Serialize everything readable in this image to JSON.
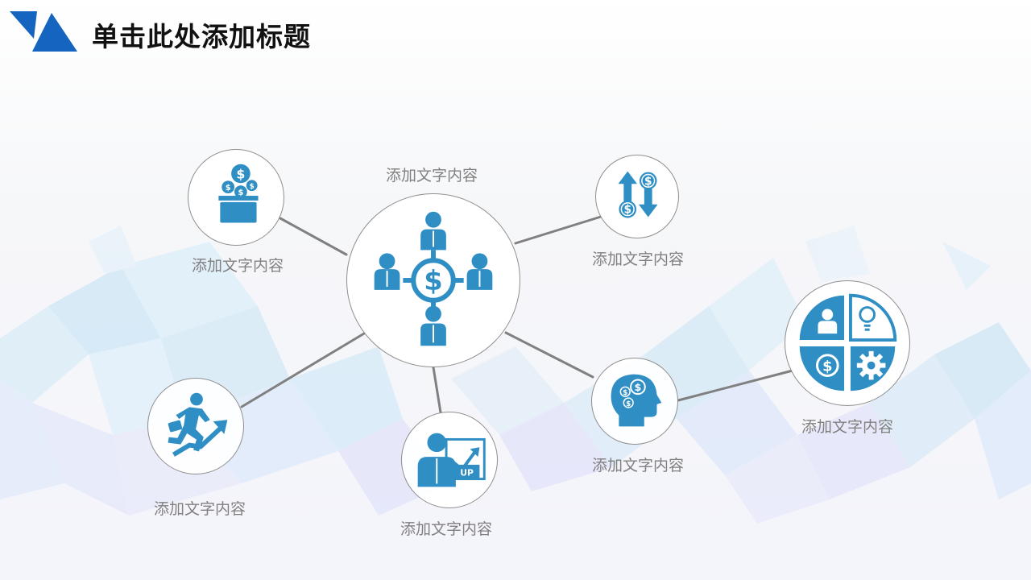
{
  "title": "单击此处添加标题",
  "colors": {
    "accent": "#2f8fc4",
    "logo": "#1565c0",
    "node_border": "#8e8e8e",
    "connector": "#808080",
    "label": "#808080"
  },
  "center": {
    "label": "添加文字内容",
    "icon": "people-network-dollar-icon"
  },
  "nodes": [
    {
      "id": "savings",
      "label": "添加文字内容",
      "icon": "money-box-icon"
    },
    {
      "id": "exchange",
      "label": "添加文字内容",
      "icon": "money-exchange-icon"
    },
    {
      "id": "running",
      "label": "添加文字内容",
      "icon": "running-businessman-icon"
    },
    {
      "id": "growth",
      "label": "添加文字内容",
      "icon": "business-growth-up-icon"
    },
    {
      "id": "thinking",
      "label": "添加文字内容",
      "icon": "money-mind-icon"
    },
    {
      "id": "strategy",
      "label": "添加文字内容",
      "icon": "business-quadrant-icon"
    }
  ]
}
